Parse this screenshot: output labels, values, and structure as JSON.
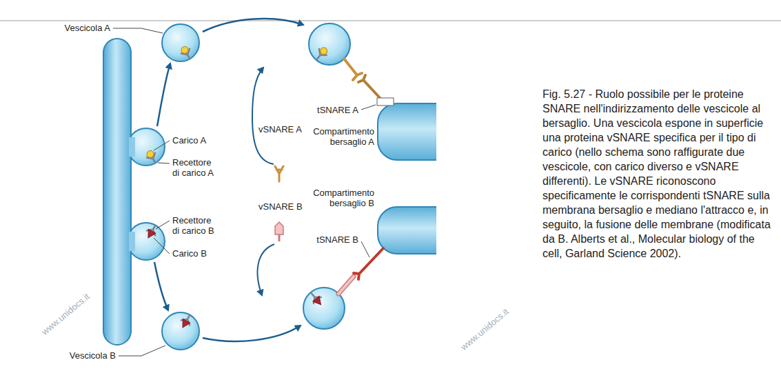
{
  "diagram": {
    "caption": "Fig. 5.27 - Ruolo possibile per le proteine SNARE nell'indirizzamento delle vescicole al bersaglio. Una vescicola espone in superficie una proteina vSNARE specifica per il tipo di carico (nello schema sono raffigurate due vescicole, con carico diverso e vSNARE differenti). Le vSNARE riconoscono specificamente le corrispondenti tSNARE sulla membrana bersaglio e mediano l'attracco e, in seguito, la fusione delle membrane (modificata da B. Alberts et al., Molecular biology of the cell, Garland Science 2002).",
    "labels": [
      "Vescicola A",
      "Carico A",
      "Recettore di carico A",
      "vSNARE A",
      "tSNARE A",
      "Compartimento bersaglio A",
      "Recettore di carico B",
      "Carico B",
      "vSNARE B",
      "Compartimento bersaglio B",
      "tSNARE B",
      "Vescicola B",
      "www.unidocs.it",
      "www.unidocs.it"
    ]
  }
}
